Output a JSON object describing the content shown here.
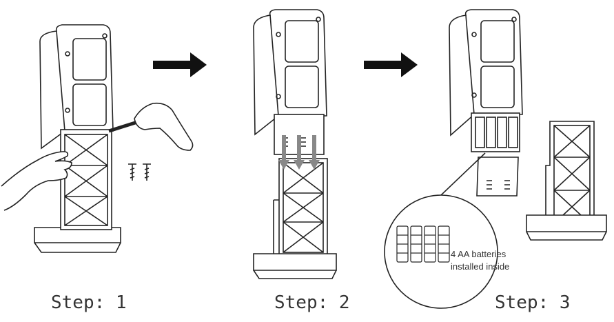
{
  "steps": [
    {
      "label": "Step: 1"
    },
    {
      "label": "Step: 2"
    },
    {
      "label": "Step: 3"
    }
  ],
  "callout": {
    "line1": "4 AA batteries",
    "line2": "installed inside"
  },
  "colors": {
    "stroke": "#222222",
    "arrow": "#111111",
    "battery_arrow": "#888888"
  },
  "icons": [
    "right-arrow-icon",
    "screw-icon",
    "hand-icon",
    "screwdriver-icon",
    "battery-icon"
  ]
}
